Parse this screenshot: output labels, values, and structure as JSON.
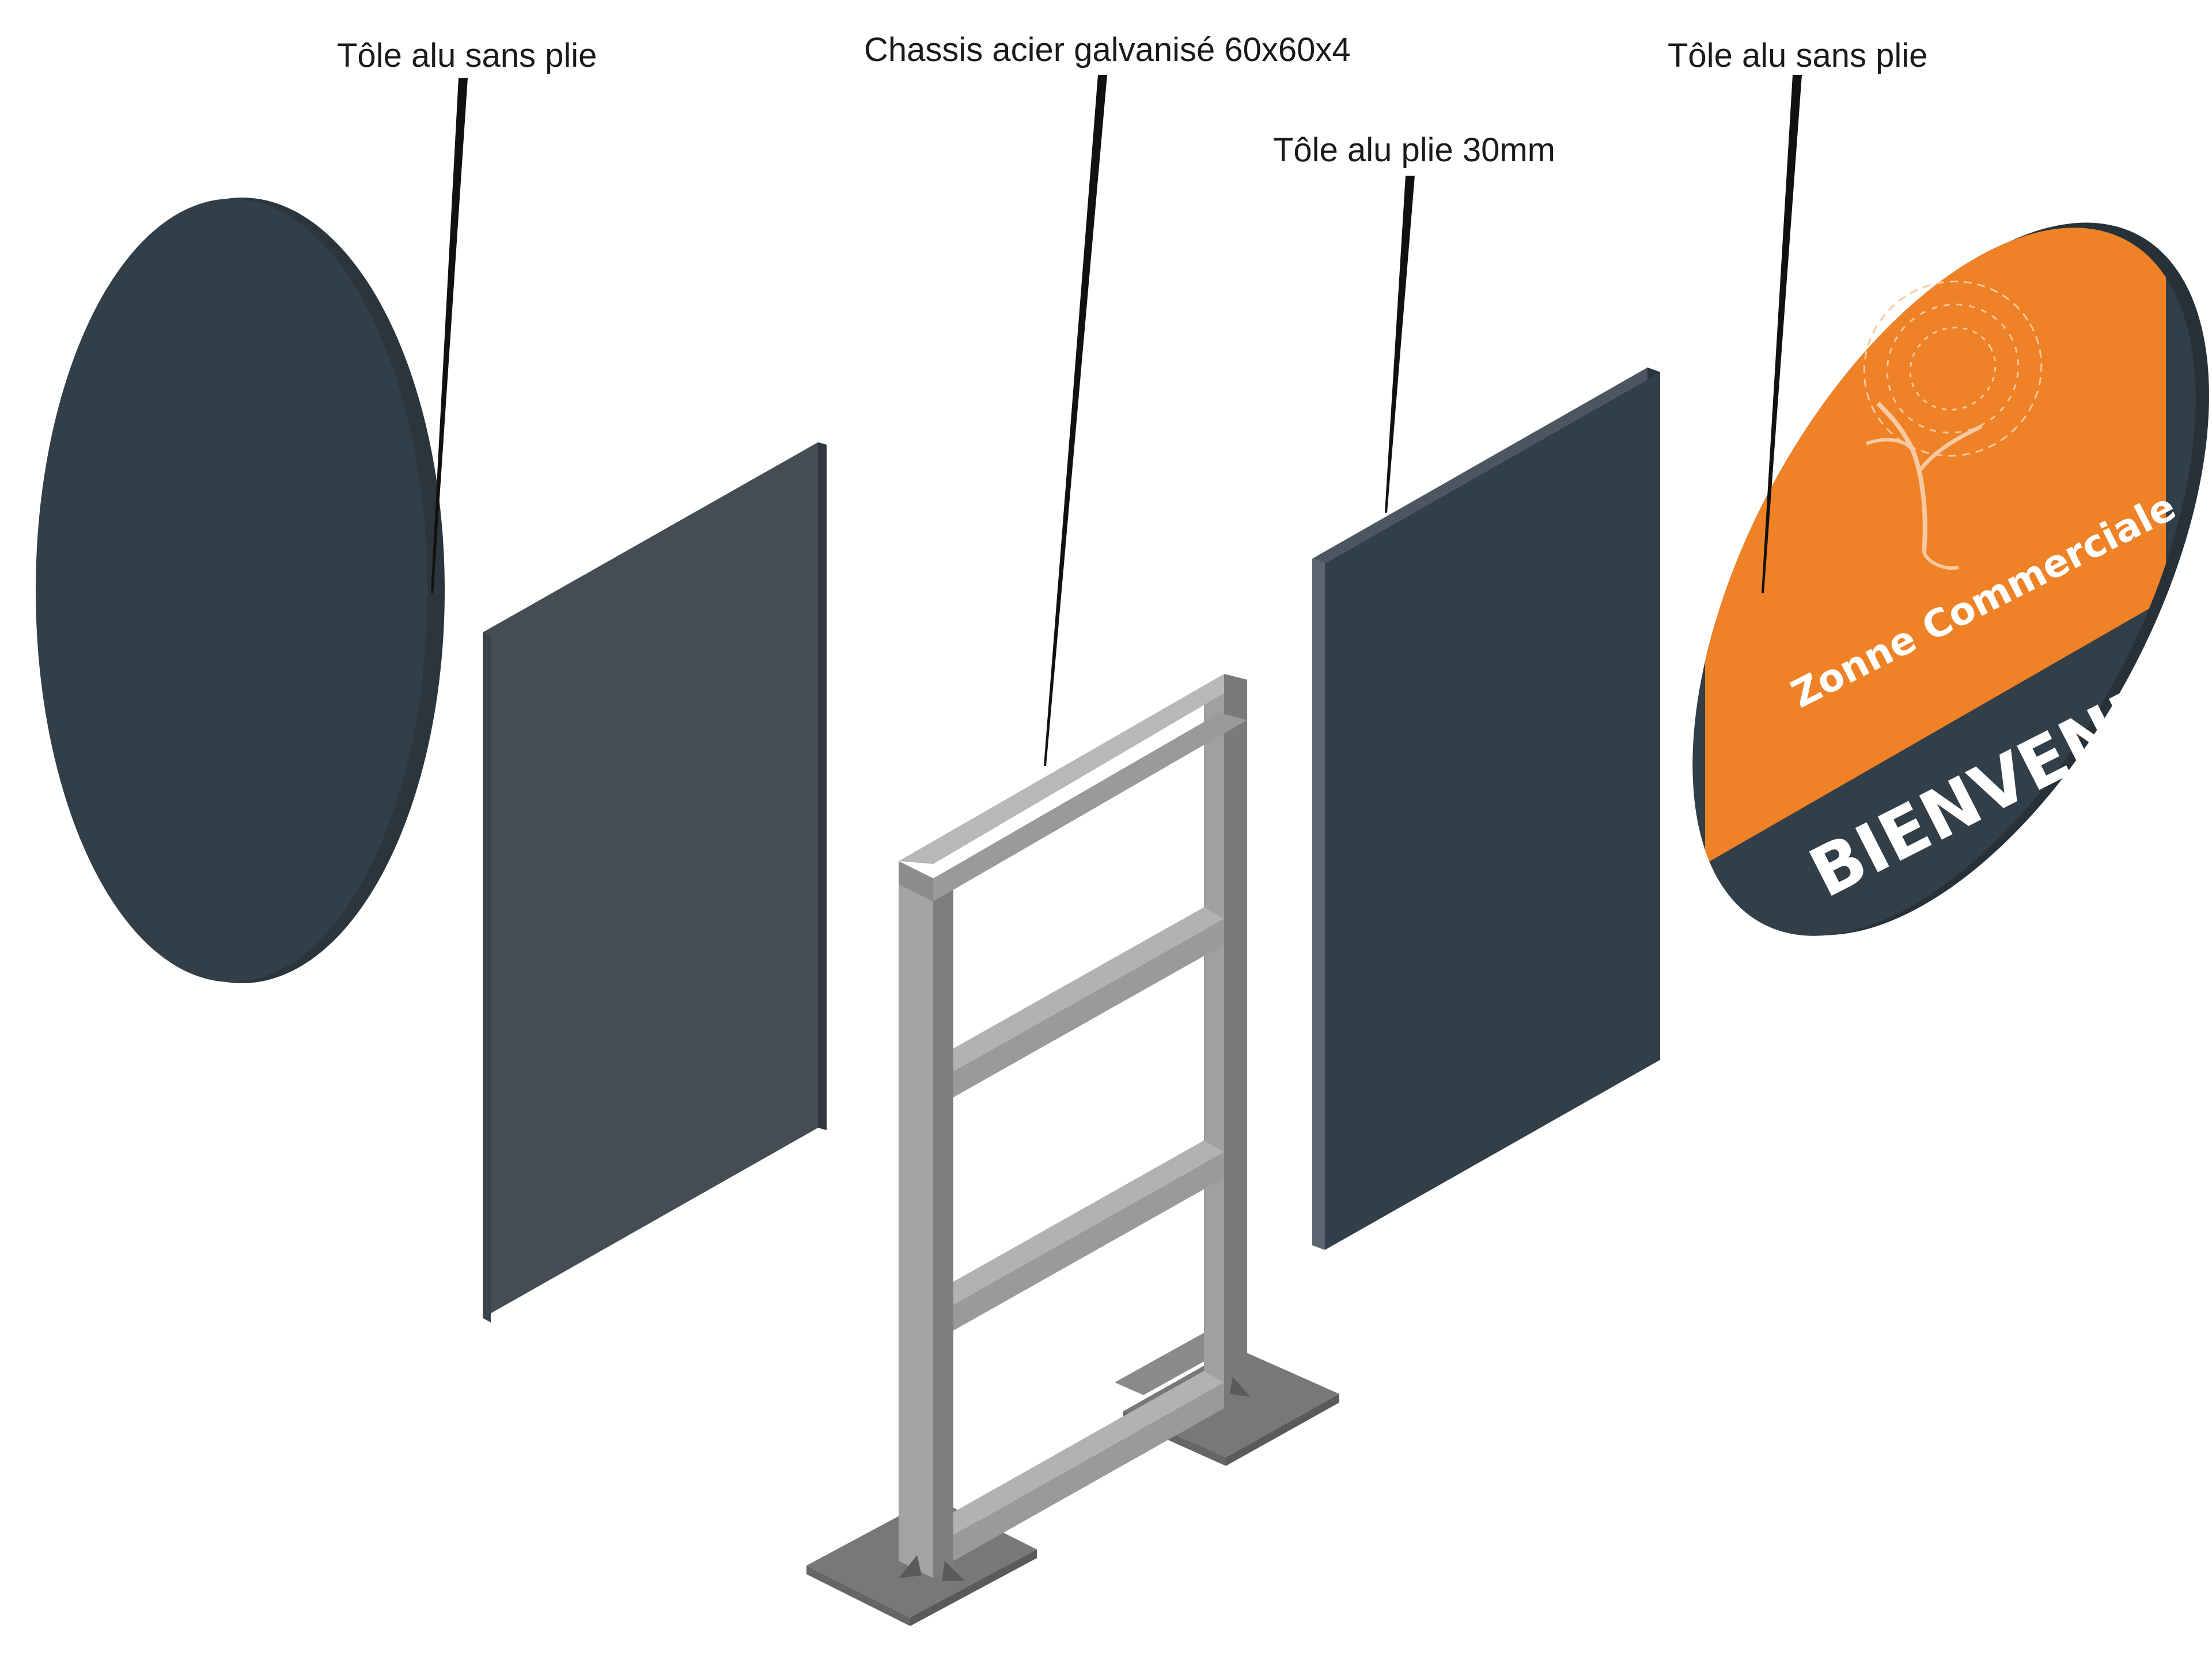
{
  "callouts": {
    "left_disc": "Tôle alu sans plie",
    "frame": "Chassis acier galvanisé 60x60x4",
    "folded_panel": "Tôle alu plie 30mm",
    "front_disc": "Tôle alu sans plie"
  },
  "sign": {
    "headline": "Zonne Commerciale",
    "welcome": "BIENVENUE"
  },
  "colors": {
    "panel_dark": "#323e48",
    "panel_grey": "#454c54",
    "accent_orange": "#ef8126",
    "steel": "#8f8f8f",
    "steel_dark": "#6f6f6f",
    "leader_line": "#111111"
  },
  "icons": [
    "tree-logo-icon"
  ]
}
